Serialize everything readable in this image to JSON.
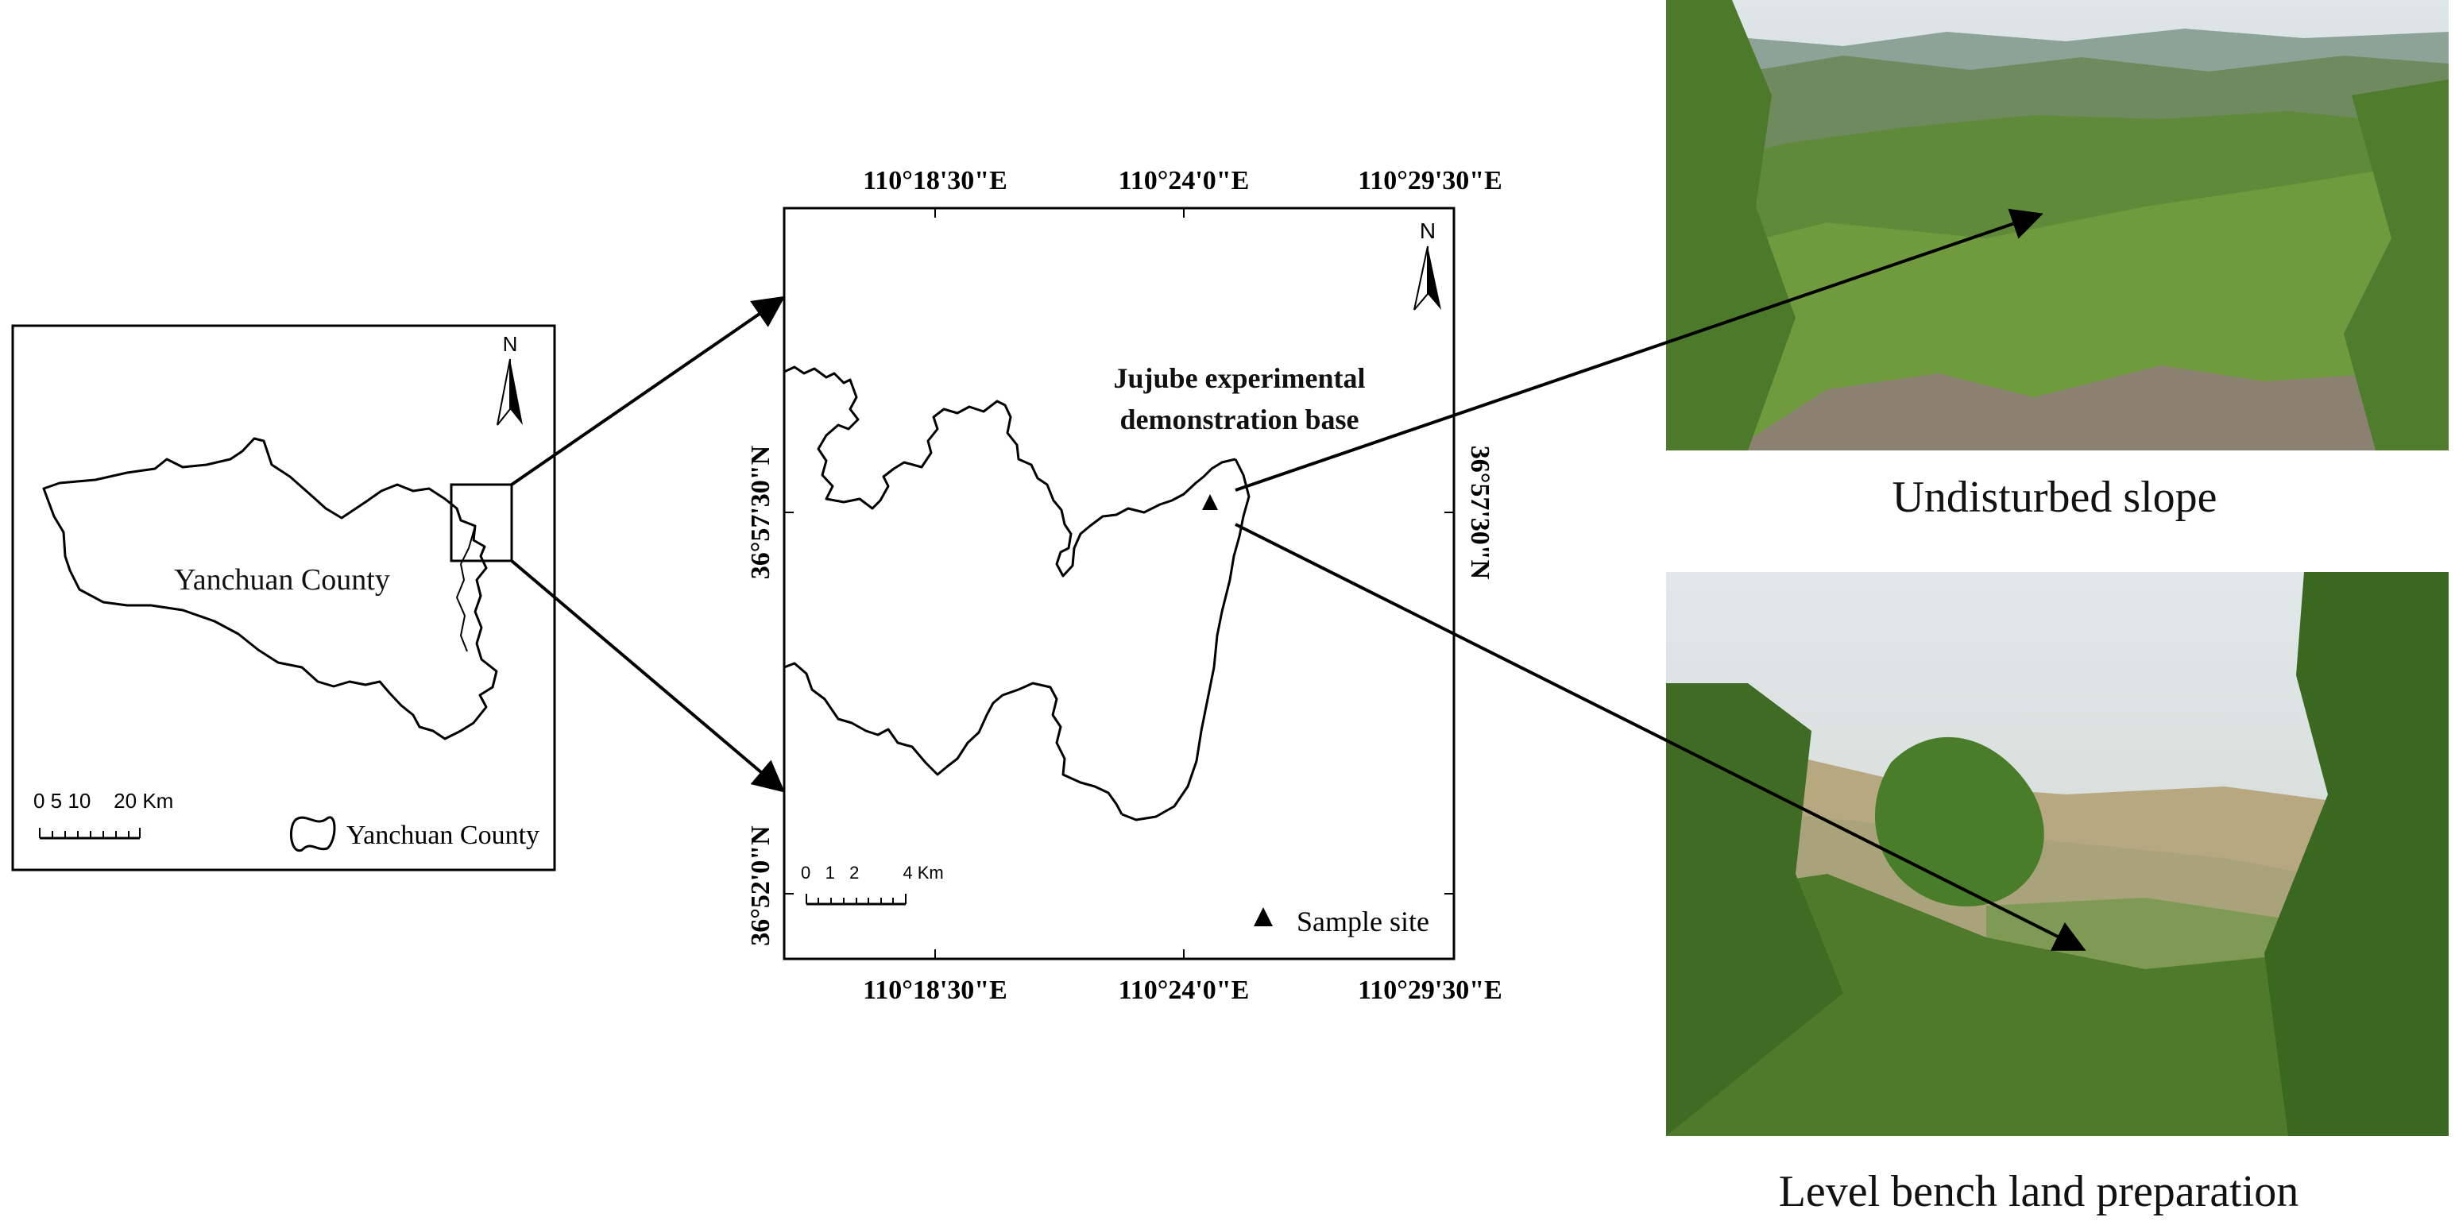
{
  "left_map": {
    "region_label": "Yanchuan County",
    "north_label": "N",
    "scale_text": "0 5 10    20 Km",
    "legend_label": "Yanchuan County"
  },
  "center_map": {
    "top_ticks": [
      "110°18'30\"E",
      "110°24'0\"E",
      "110°29'30\"E"
    ],
    "bottom_ticks": [
      "110°18'30\"E",
      "110°24'0\"E",
      "110°29'30\"E"
    ],
    "left_ticks": [
      "36°57'30\"N",
      "36°52'0\"N"
    ],
    "right_ticks": [
      "36°57'30\"N"
    ],
    "north_label": "N",
    "base_label_line1": "Jujube experimental",
    "base_label_line2": "demonstration base",
    "scale_text": "0   1   2         4 Km",
    "legend_label": "Sample site"
  },
  "photos": {
    "top_caption": "Undisturbed slope",
    "bottom_caption": "Level bench land preparation"
  }
}
